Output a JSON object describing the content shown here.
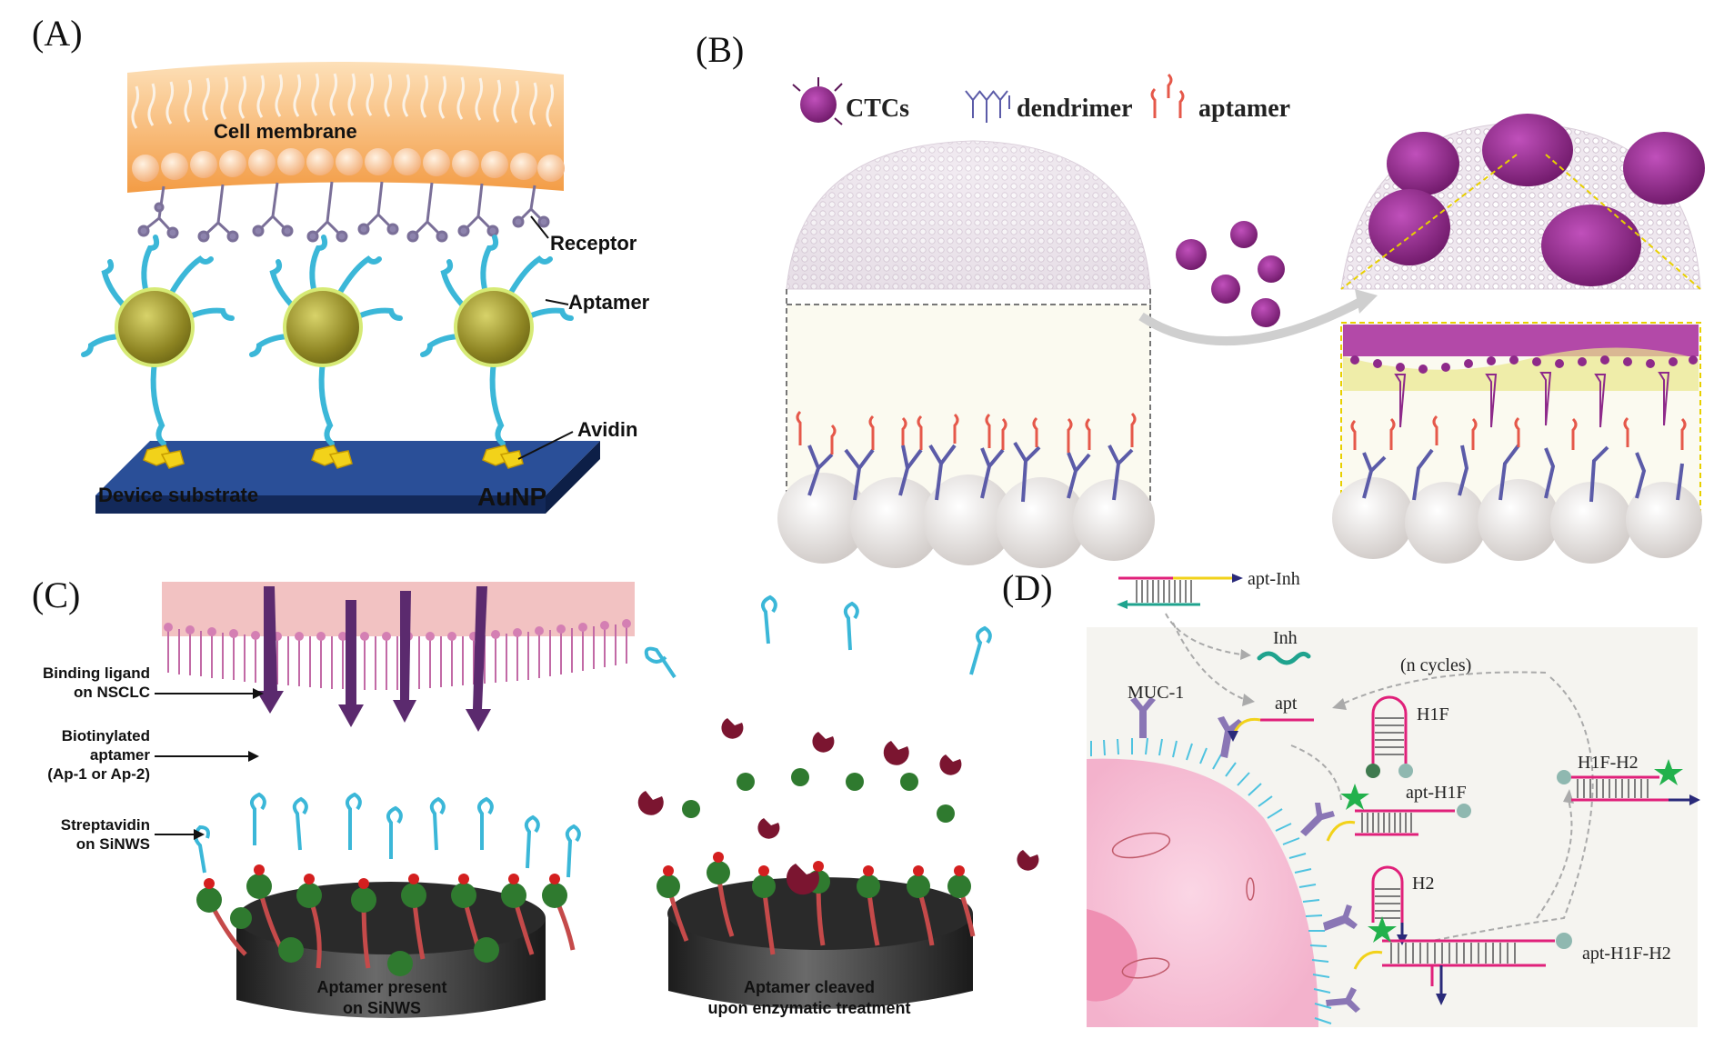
{
  "panels": {
    "a": {
      "letter": "(A)",
      "labels": {
        "membrane": "Cell membrane",
        "receptor": "Receptor",
        "aptamer": "Aptamer",
        "aunp": "AuNP",
        "avidin": "Avidin",
        "substrate": "Device substrate"
      }
    },
    "b": {
      "letter": "(B)",
      "legend": {
        "ctcs": "CTCs",
        "dendrimer": "dendrimer",
        "aptamer": "aptamer"
      }
    },
    "c": {
      "letter": "(C)",
      "labels": {
        "ligand_1": "Binding ligand",
        "ligand_2": "on NSCLC",
        "biotin_1": "Biotinylated",
        "biotin_2": "aptamer",
        "biotin_3": "(Ap-1 or Ap-2)",
        "strep_1": "Streptavidin",
        "strep_2": "on SiNWS",
        "present_1": "Aptamer present",
        "present_2": "on SiNWS",
        "cleaved_1": "Aptamer cleaved",
        "cleaved_2": "upon enzymatic treatment"
      }
    },
    "d": {
      "letter": "(D)",
      "labels": {
        "apt_inh": "apt-Inh",
        "inh": "Inh",
        "cycles": "(n cycles)",
        "muc1": "MUC-1",
        "apt": "apt",
        "h1f": "H1F",
        "apt_h1f": "apt-H1F",
        "h2": "H2",
        "h1f_h2": "H1F-H2",
        "apt_h1f_h2": "apt-H1F-H2"
      }
    }
  },
  "colors": {
    "membrane_orange": "#f6b26b",
    "aptamer_cyan": "#3bb7d8",
    "gold": "#a39b2e",
    "substrate_blue": "#1c3c78",
    "ctc_purple": "#8e2a8a",
    "dendrimer_blue": "#5b5ba8",
    "aptamer_red": "#e5584a",
    "membrane_pink": "#e9a9b6",
    "strep_green": "#2f7a2f",
    "cell_pink": "#f7c6d9",
    "yellow": "#f2d21a",
    "star_green": "#22b14c",
    "teal": "#1fa38e"
  }
}
